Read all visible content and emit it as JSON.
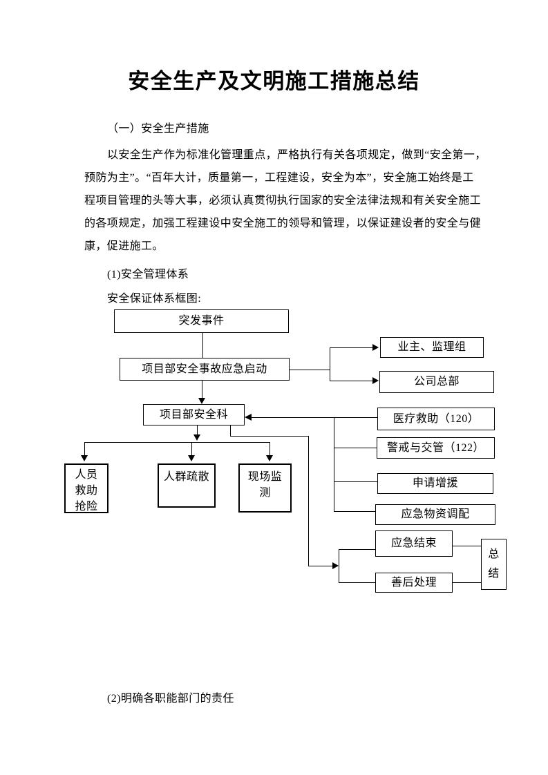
{
  "doc": {
    "title": "安全生产及文明施工措施总结",
    "heading1": "（一）安全生产措施",
    "para_lines": [
      "以安全生产作为标准化管理重点，严格执行有关各项规定，做到“安全第一，",
      "预防为主”。“百年大计，质量第一，工程建设，安全为本”，安全施工始终是工",
      "程项目管理的头等大事，必须认真贯彻执行国家的安全法律法规和有关安全施工",
      "的各项规定，加强工程建设中安全施工的领导和管理，以保证建设者的安全与健",
      "康，促进施工。"
    ],
    "subheading1": "(1)安全管理体系",
    "diagram_caption": "安全保证体系框图:",
    "subheading2": "(2)明确各职能部门的责任"
  },
  "flowchart": {
    "nodes": {
      "incident": "突发事件",
      "emergency_start": "项目部安全事故应急启动",
      "safety_section": "项目部安全科",
      "owner_supervision": "业主、监理组",
      "company_hq": "公司总部",
      "medical_aid": "医疗救助（120）",
      "police_traffic": "警戒与交管（122）",
      "request_reinforcement": "申请增援",
      "supplies_allocation": "应急物资调配",
      "emergency_end": "应急结束",
      "aftermath": "善后处理",
      "summary": "总\n结",
      "personnel_rescue": "人员\n救助\n抢险",
      "crowd_evacuation": "人群疏散",
      "site_monitoring": "现场监\n测"
    }
  }
}
